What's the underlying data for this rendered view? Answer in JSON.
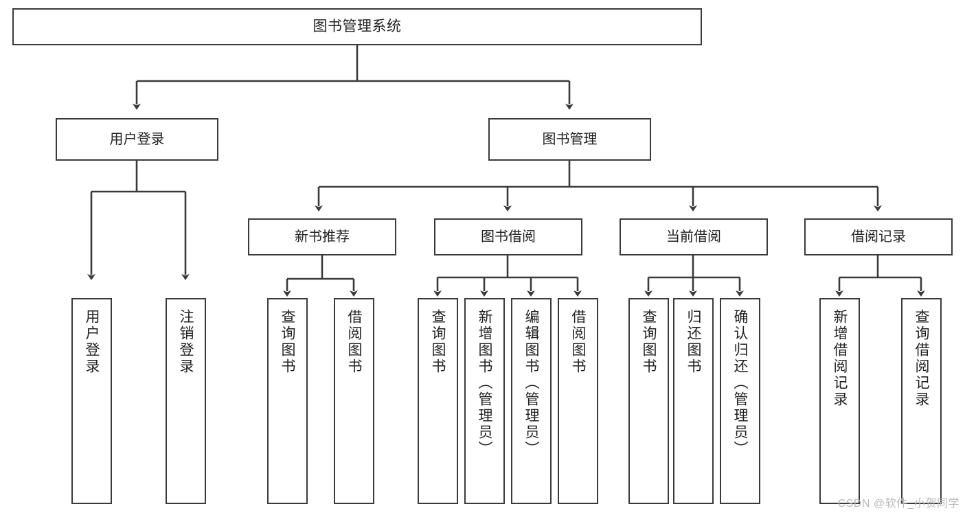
{
  "diagram": {
    "title": "图书管理系统",
    "watermark": "CSDN @软件_小贺同学",
    "stroke_color": "#3a3a3a",
    "text_color": "#222222",
    "background_color": "#ffffff",
    "watermark_color": "#b9b9b9"
  },
  "nodes": {
    "root": {
      "label": "图书管理系统"
    },
    "level2": [
      {
        "label": "用户登录"
      },
      {
        "label": "图书管理"
      }
    ],
    "level3": [
      {
        "label": "新书推荐"
      },
      {
        "label": "图书借阅"
      },
      {
        "label": "当前借阅"
      },
      {
        "label": "借阅记录"
      }
    ],
    "leaves": {
      "user_login": [
        {
          "label": "用户登录"
        },
        {
          "label": "注销登录"
        }
      ],
      "new_book_recommend": [
        {
          "label": "查询图书"
        },
        {
          "label": "借阅图书"
        }
      ],
      "book_borrow": [
        {
          "label": "查询图书"
        },
        {
          "label": "新增图书（管理员）"
        },
        {
          "label": "编辑图书（管理员）"
        },
        {
          "label": "借阅图书"
        }
      ],
      "current_borrow": [
        {
          "label": "查询图书"
        },
        {
          "label": "归还图书"
        },
        {
          "label": "确认归还（管理员）"
        }
      ],
      "borrow_record": [
        {
          "label": "新增借阅记录"
        },
        {
          "label": "查询借阅记录"
        }
      ]
    }
  }
}
